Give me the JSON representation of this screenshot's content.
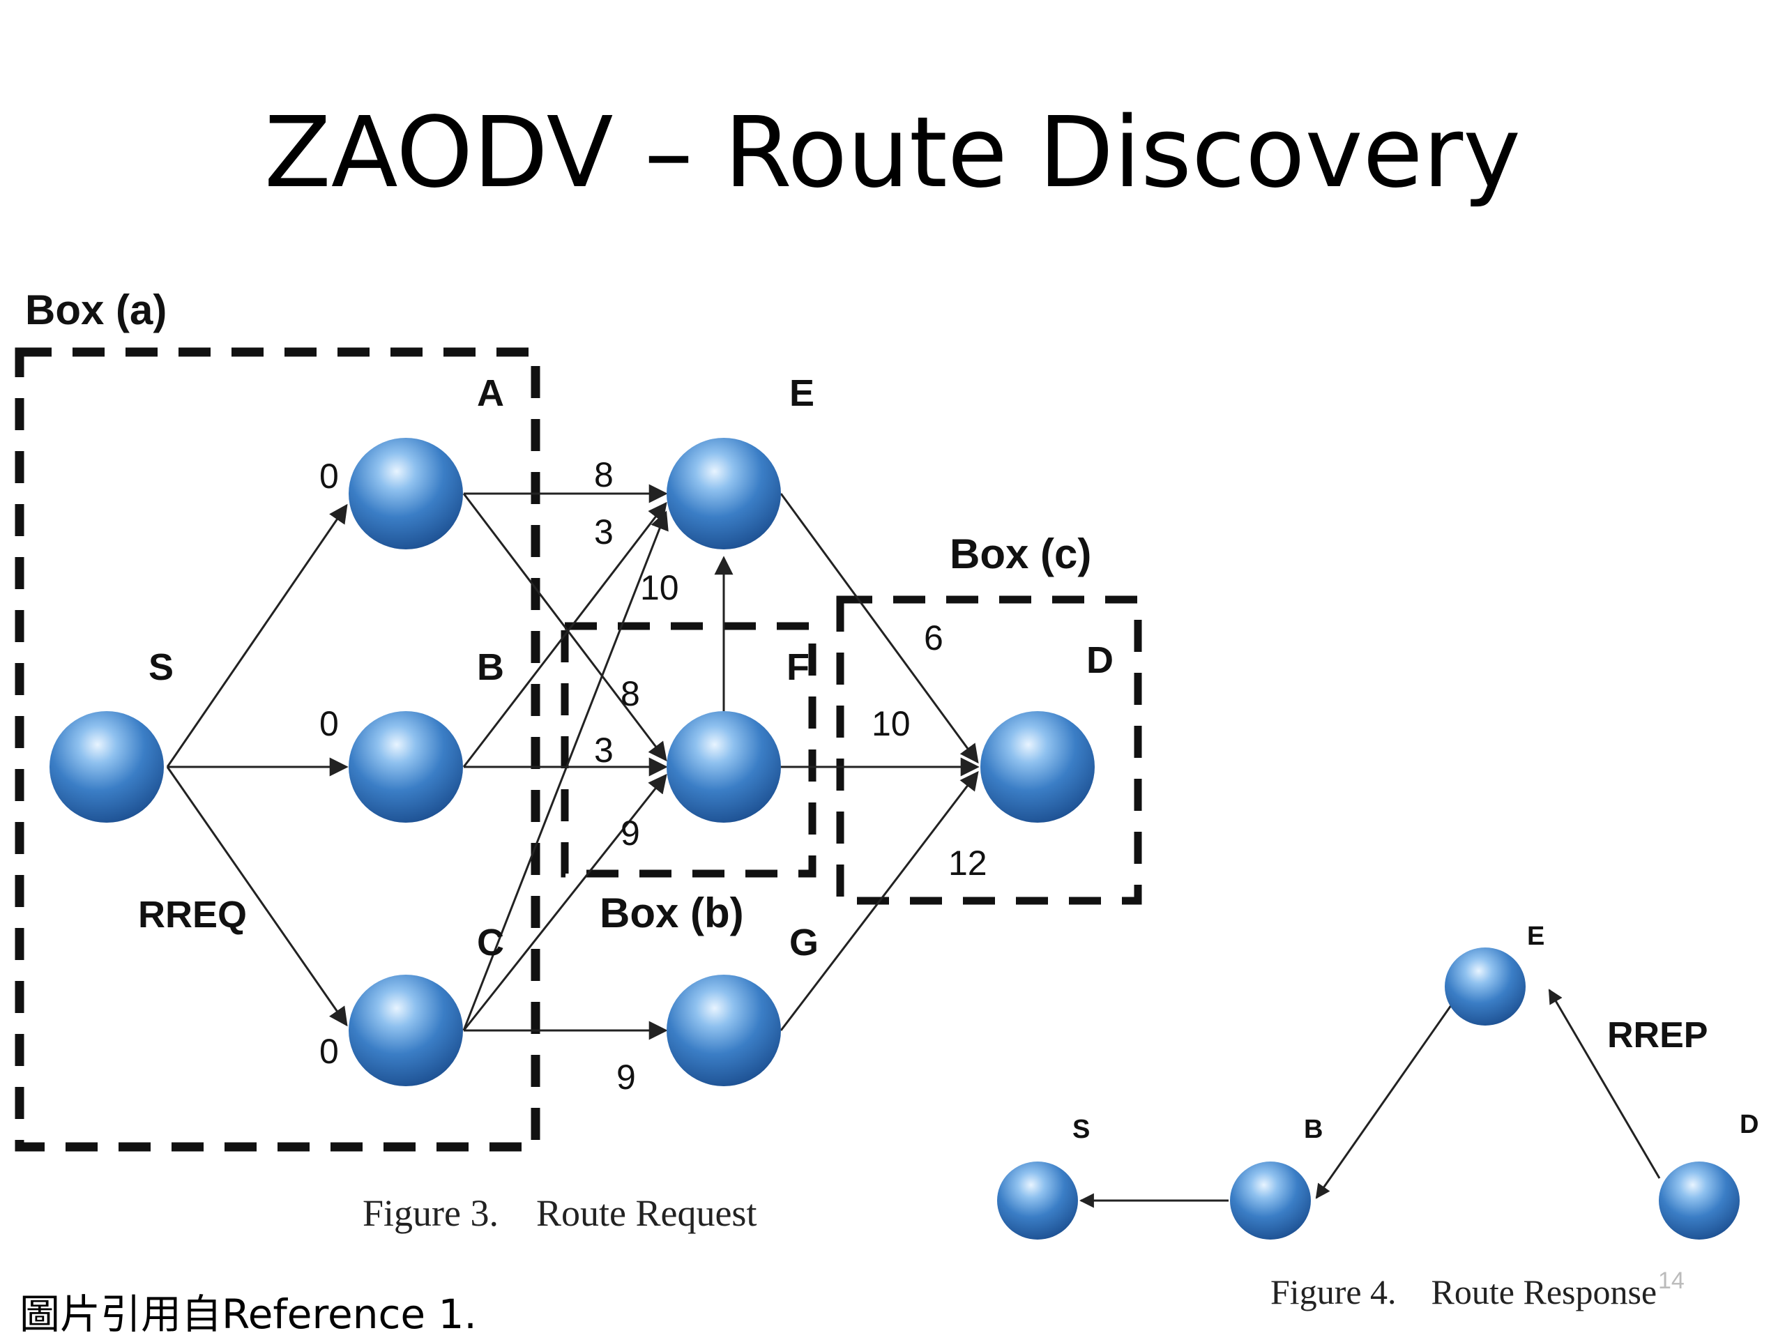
{
  "slide": {
    "title": "ZAODV – Route Discovery",
    "footer": "圖片引用自Reference 1.",
    "page_number": "14"
  },
  "figure3": {
    "caption": "Figure 3.    Route Request",
    "boxes": {
      "a": "Box (a)",
      "b": "Box (b)",
      "c": "Box (c)"
    },
    "message": "RREQ",
    "nodes": {
      "S": "S",
      "A": "A",
      "B": "B",
      "C": "C",
      "E": "E",
      "F": "F",
      "G": "G",
      "D": "D"
    },
    "edge_labels": {
      "S_A": "0",
      "S_B": "0",
      "S_C": "0",
      "A_E": "8",
      "B_E": "3",
      "C_E": "10",
      "A_F": "8",
      "B_F": "3",
      "C_F": "9",
      "C_G": "9",
      "E_D": "6",
      "F_D": "10",
      "G_D": "12"
    }
  },
  "figure4": {
    "caption": "Figure 4.    Route Response",
    "message": "RREP",
    "nodes": {
      "S": "S",
      "B": "B",
      "E": "E",
      "D": "D"
    }
  },
  "colors": {
    "node_fill": "#3d7fc8",
    "node_highlight": "#cfe6ff",
    "line": "#222222"
  }
}
